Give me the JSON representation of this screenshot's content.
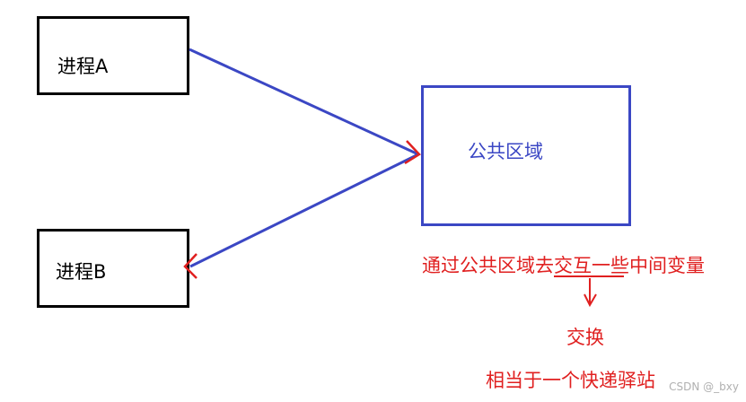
{
  "diagram": {
    "process_a": "进程A",
    "process_b": "进程B",
    "shared_region": "公共区域",
    "note": "通过公共区域去交互一些中间变量",
    "exchange": "交换",
    "relay_station": "相当于一个快递驿站"
  },
  "watermark": "CSDN @_bxy",
  "colors": {
    "box_black": "#000000",
    "shared_blue": "#3b47c4",
    "annotation_red": "#e02020"
  }
}
